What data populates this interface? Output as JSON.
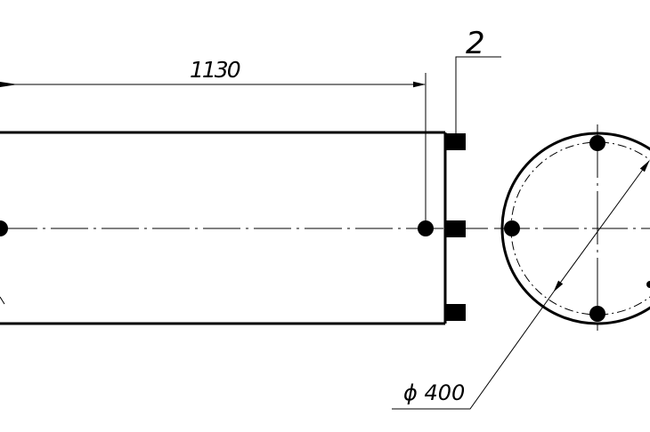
{
  "drawing": {
    "dimension_length": "1130",
    "callout_number": "2",
    "diameter_label": "ϕ 400",
    "colors": {
      "line": "#000000",
      "background": "#ffffff"
    }
  }
}
